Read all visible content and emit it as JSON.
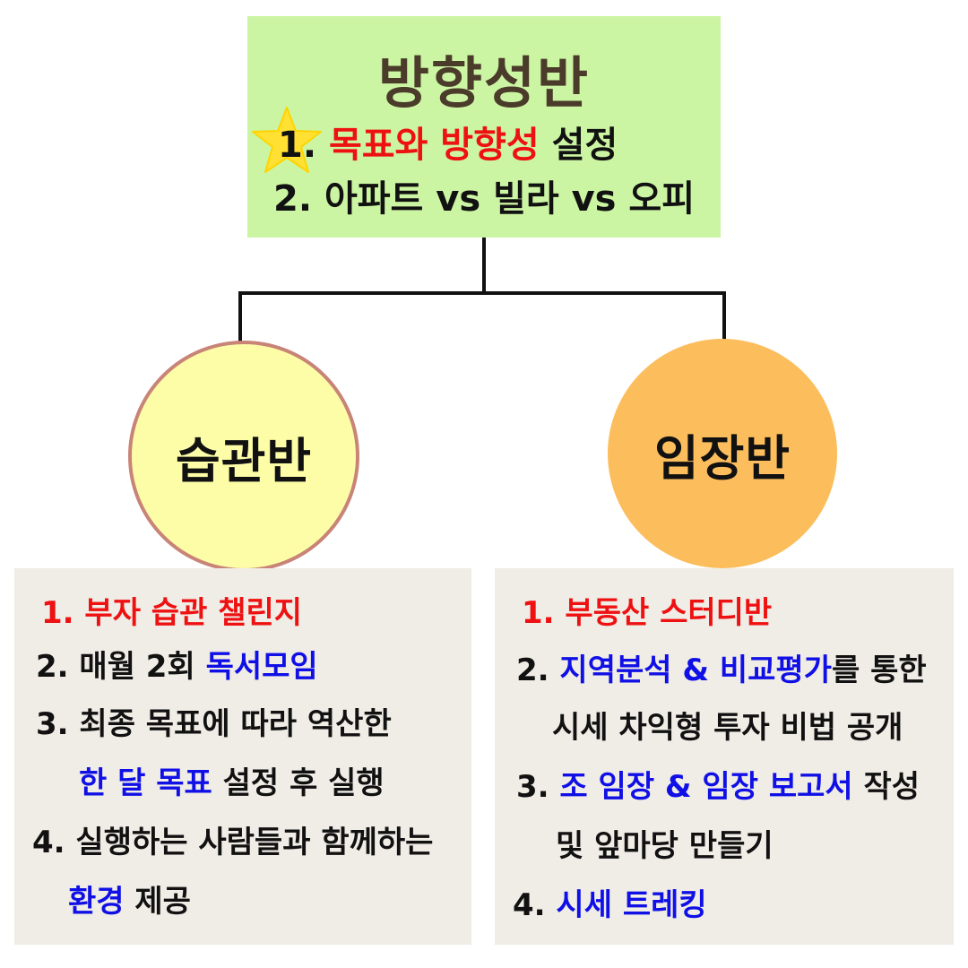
{
  "top": {
    "title": "방향성반",
    "line1": {
      "num": "1.",
      "red_text": "목표와 방향성",
      "rest": "설정"
    },
    "line2": "2. 아파트 vs 빌라 vs 오피"
  },
  "left": {
    "circle_label": "습관반",
    "items": [
      {
        "red": "1. 부자 습관 챌린지"
      },
      {
        "text": "2. 매월 2회 ",
        "blue": "독서모임"
      },
      {
        "text": "3. 최종 목표에 따라 역산한"
      },
      {
        "blue": "한 달 목표",
        "text": " 설정 후 실행"
      },
      {
        "text": "4. 실행하는 사람들과 함께하는"
      },
      {
        "blue": "환경",
        "text": " 제공"
      }
    ]
  },
  "right": {
    "circle_label": "임장반",
    "items": [
      {
        "red": "1. 부동산 스터디반"
      },
      {
        "text": "2. ",
        "blue": "지역분석 & 비교평가",
        "rest": "를 통한"
      },
      {
        "text": "시세 차익형 투자 비법 공개"
      },
      {
        "text": "3. ",
        "blue": "조 임장 & 임장 보고서",
        "rest": " 작성"
      },
      {
        "text": "및 앞마당 만들기"
      },
      {
        "text": "4. ",
        "blue": "시세 트레킹"
      }
    ]
  },
  "colors": {
    "top_box": "#ccf5a3",
    "left_circle": "#fdfda8",
    "right_circle": "#fcbd5c",
    "panel": "#f0ece6",
    "red": "#ee1111",
    "blue": "#1010e6"
  }
}
